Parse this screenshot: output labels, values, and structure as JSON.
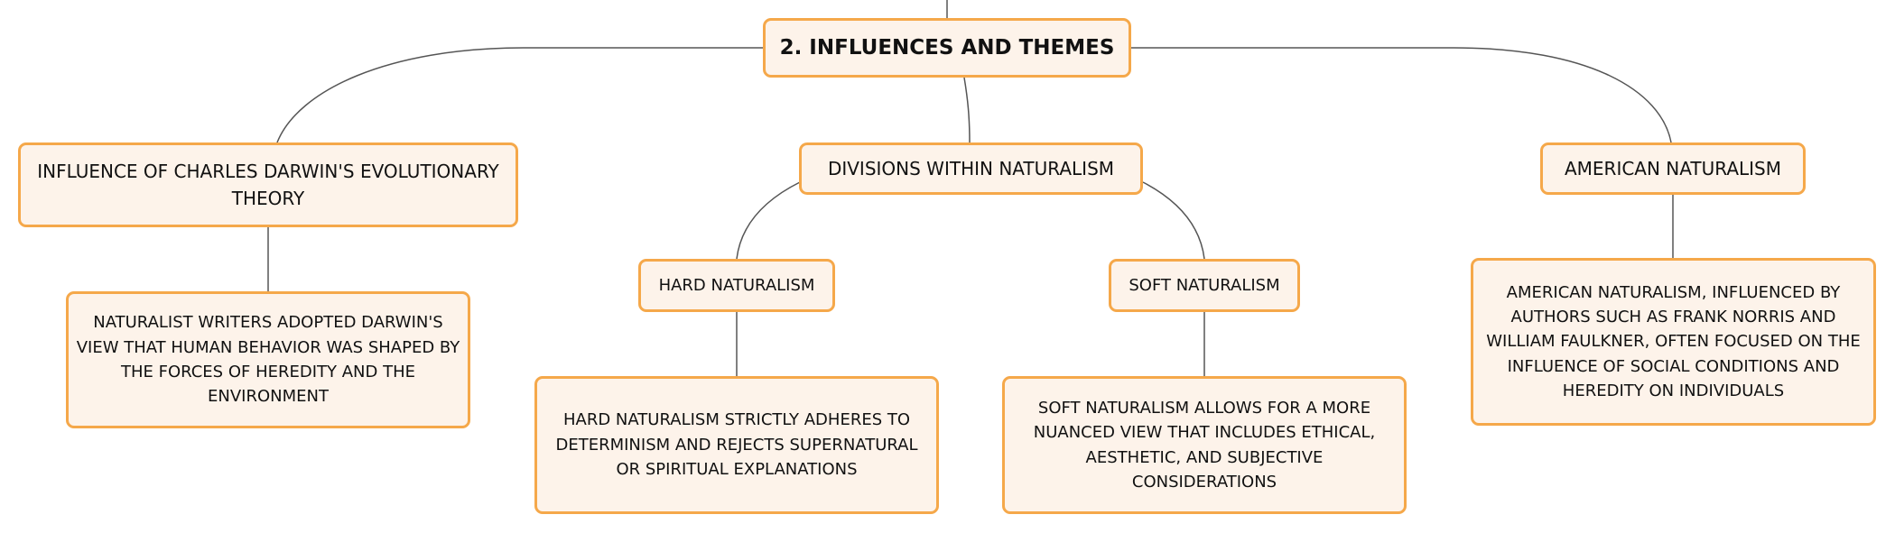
{
  "root": {
    "label": "2. INFLUENCES AND THEMES"
  },
  "darwin": {
    "label": "INFLUENCE OF CHARLES DARWIN'S EVOLUTIONARY THEORY",
    "detail": "NATURALIST WRITERS ADOPTED DARWIN'S VIEW THAT HUMAN BEHAVIOR WAS SHAPED BY THE FORCES OF HEREDITY AND THE ENVIRONMENT"
  },
  "divisions": {
    "label": "DIVISIONS WITHIN NATURALISM",
    "hard": {
      "label": "HARD NATURALISM",
      "detail": "HARD NATURALISM STRICTLY ADHERES TO DETERMINISM AND REJECTS SUPERNATURAL OR SPIRITUAL EXPLANATIONS"
    },
    "soft": {
      "label": "SOFT NATURALISM",
      "detail": "SOFT NATURALISM ALLOWS FOR A MORE NUANCED VIEW THAT INCLUDES ETHICAL, AESTHETIC, AND SUBJECTIVE CONSIDERATIONS"
    }
  },
  "american": {
    "label": "AMERICAN NATURALISM",
    "detail": "AMERICAN NATURALISM, INFLUENCED BY AUTHORS SUCH AS FRANK NORRIS AND WILLIAM FAULKNER, OFTEN FOCUSED ON THE INFLUENCE OF SOCIAL CONDITIONS AND HEREDITY ON INDIVIDUALS"
  },
  "colors": {
    "node_fill": "#fdf3ea",
    "node_border": "#f5a84a",
    "connector": "#555555",
    "text": "#111111"
  }
}
